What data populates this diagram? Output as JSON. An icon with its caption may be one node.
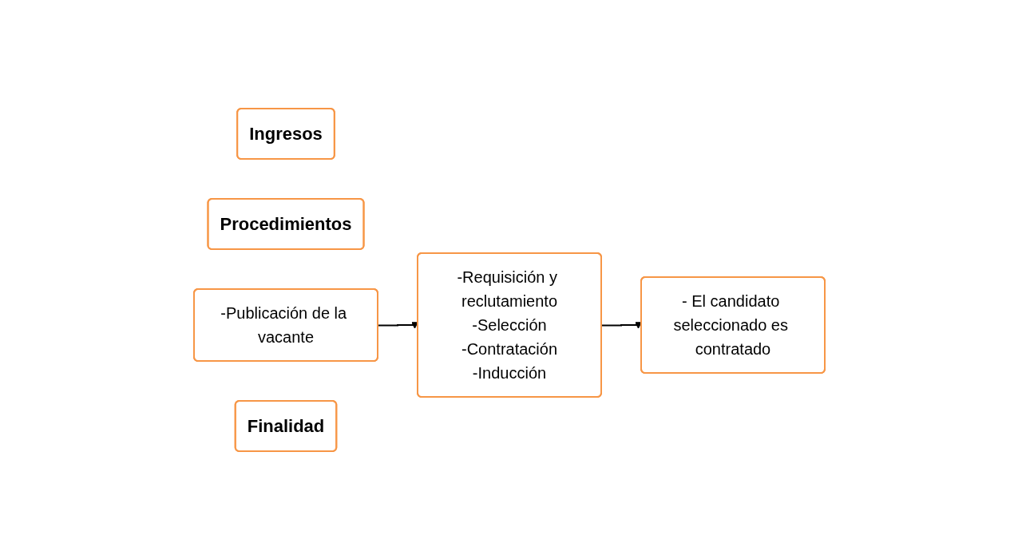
{
  "diagram": {
    "nodes": [
      {
        "text": [
          "Ingresos"
        ]
      },
      {
        "text": [
          "Procedimientos"
        ]
      },
      {
        "text": [
          "-Publicación de la vacante"
        ]
      },
      {
        "text": [
          "-Requisición y reclutamiento",
          "-Selección",
          "-Contratación",
          "-Inducción"
        ]
      },
      {
        "text": [
          "Finalidad"
        ]
      },
      {
        "text": [
          "- El candidato seleccionado es contratado"
        ]
      }
    ],
    "edges": [
      {
        "from": 2,
        "to": 3,
        "arrow": "to"
      },
      {
        "from": 3,
        "to": 5,
        "arrow": "to"
      }
    ]
  }
}
